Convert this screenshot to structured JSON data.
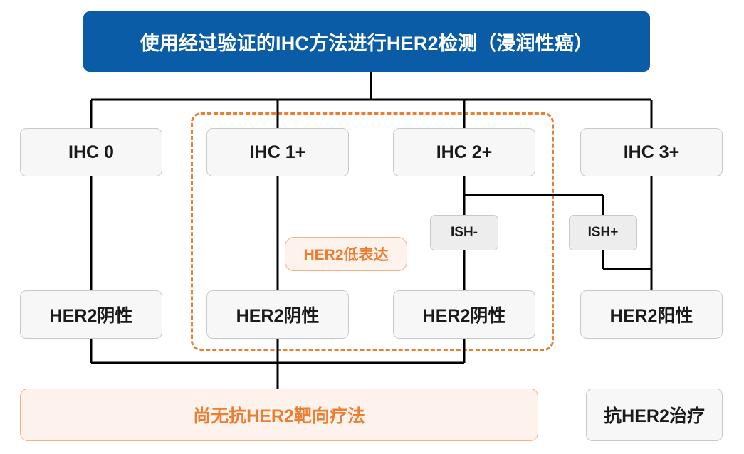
{
  "header": {
    "title": "使用经过验证的IHC方法进行HER2检测（浸润性癌）",
    "color": "#0B5CA6"
  },
  "palette": {
    "accent_orange": "#ED7D31",
    "orange_fill": "#FDF3EC",
    "orange_border": "#F3B183",
    "node_fill": "#F7F7F7",
    "node_border": "#C9C9C9",
    "small_node_fill": "#EDEDED",
    "connector": "#000000",
    "header_blue": "#0B5CA6"
  },
  "ihc_row": [
    {
      "label": "IHC 0"
    },
    {
      "label": "IHC 1+"
    },
    {
      "label": "IHC 2+"
    },
    {
      "label": "IHC 3+"
    }
  ],
  "ish_row": [
    {
      "label": "ISH-"
    },
    {
      "label": "ISH+"
    }
  ],
  "low_expression_tag": {
    "label": "HER2低表达"
  },
  "result_row": [
    {
      "label": "HER2阴性"
    },
    {
      "label": "HER2阴性"
    },
    {
      "label": "HER2阴性"
    },
    {
      "label": "HER2阳性"
    }
  ],
  "treatment_row": [
    {
      "label": "尚无抗HER2靶向疗法"
    },
    {
      "label": "抗HER2治疗"
    }
  ]
}
